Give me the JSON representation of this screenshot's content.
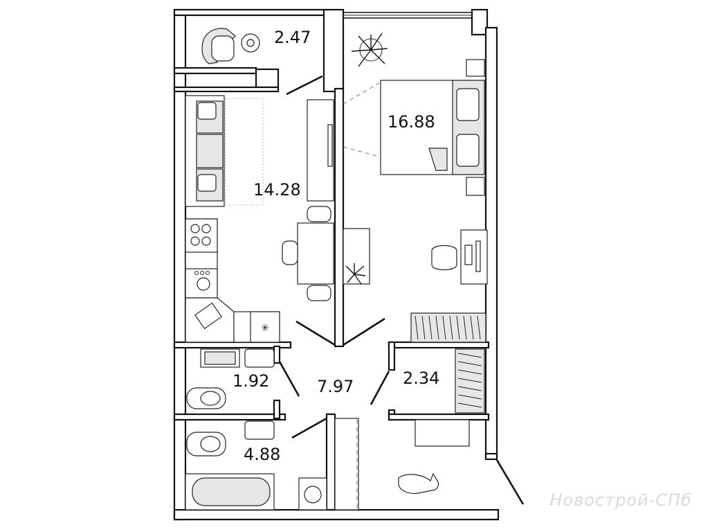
{
  "rooms": [
    {
      "id": "balcony",
      "area": "2.47"
    },
    {
      "id": "kitchen-living",
      "area": "14.28"
    },
    {
      "id": "bedroom",
      "area": "16.88"
    },
    {
      "id": "toilet",
      "area": "1.92"
    },
    {
      "id": "hallway",
      "area": "7.97"
    },
    {
      "id": "wardrobe",
      "area": "2.34"
    },
    {
      "id": "bathroom",
      "area": "4.88"
    }
  ],
  "watermark": "Новострой-СПб",
  "colors": {
    "wall": "#111111",
    "furniture_fill": "#e6e6e6",
    "background": "#ffffff"
  }
}
